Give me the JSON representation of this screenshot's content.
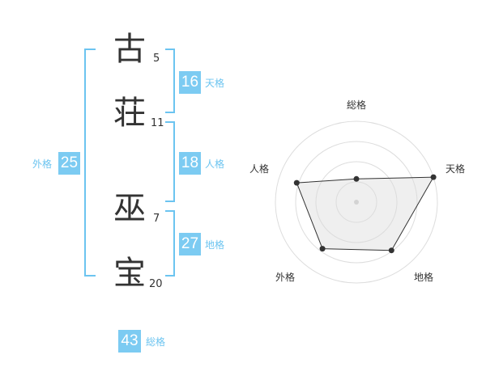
{
  "name_chars": [
    {
      "char": "古",
      "strokes": "5"
    },
    {
      "char": "荘",
      "strokes": "11"
    },
    {
      "char": "巫",
      "strokes": "7"
    },
    {
      "char": "宝",
      "strokes": "20"
    }
  ],
  "kaku": {
    "tenkaku": {
      "value": "16",
      "label": "天格"
    },
    "jinkaku": {
      "value": "18",
      "label": "人格"
    },
    "chikaku": {
      "value": "27",
      "label": "地格"
    },
    "gaikaku": {
      "value": "25",
      "label": "外格"
    },
    "soukaku": {
      "value": "43",
      "label": "総格"
    }
  },
  "colors": {
    "accent": "#7ccbf2",
    "bracket": "#6cc4f0",
    "text": "#333333"
  },
  "chart_data": {
    "type": "radar",
    "axes": [
      "総格",
      "天格",
      "地格",
      "外格",
      "人格"
    ],
    "scale": [
      0,
      4
    ],
    "rings": 4,
    "values": [
      1.15,
      4.0,
      2.95,
      2.85,
      3.1
    ]
  }
}
